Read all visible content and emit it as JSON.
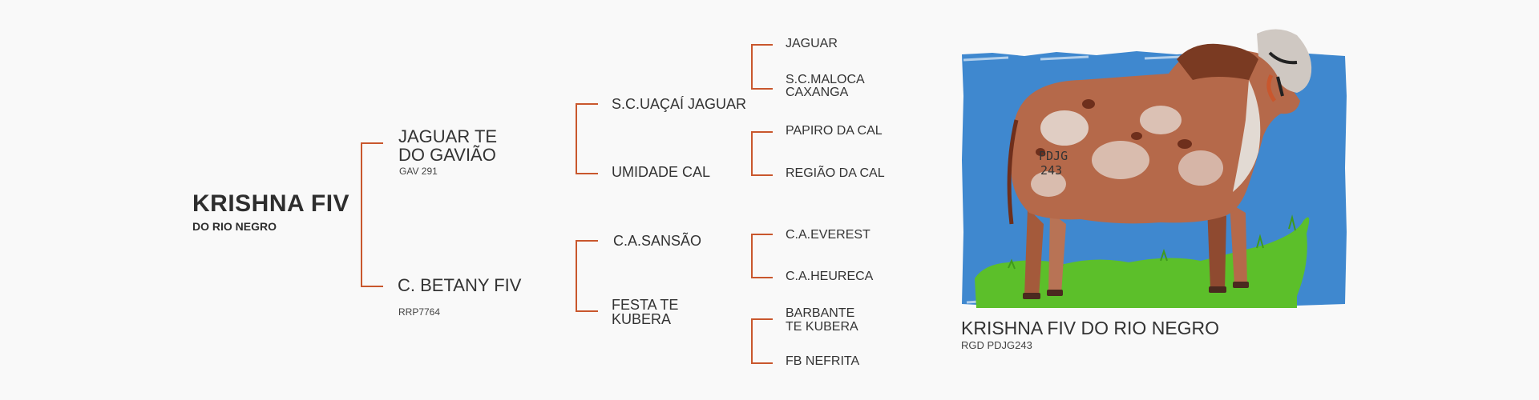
{
  "animal": {
    "name": "KRISHNA FIV",
    "suffix": "DO RIO NEGRO"
  },
  "sire": {
    "name_line1": "JAGUAR TE",
    "name_line2": "DO GAVIÃO",
    "registry": "GAV 291"
  },
  "dam": {
    "name": "C. BETANY FIV",
    "registry": "RRP7764"
  },
  "grandparents": {
    "sire_sire": "S.C.UAÇAÍ JAGUAR",
    "sire_dam": "UMIDADE CAL",
    "dam_sire": "C.A.SANSÃO",
    "dam_dam_line1": "FESTA TE",
    "dam_dam_line2": "KUBERA"
  },
  "great_grandparents": {
    "g1": "JAGUAR",
    "g2_line1": "S.C.MALOCA",
    "g2_line2": "CAXANGA",
    "g3": "PAPIRO DA CAL",
    "g4": "REGIÃO DA CAL",
    "g5": "C.A.EVEREST",
    "g6": "C.A.HEURECA",
    "g7_line1": "BARBANTE",
    "g7_line2": "TE KUBERA",
    "g8": "FB NEFRITA"
  },
  "photo": {
    "title": "KRISHNA FIV DO RIO NEGRO",
    "subtitle": "RGD PDJG243",
    "brand_line1": "PDJG",
    "brand_line2": "243"
  },
  "colors": {
    "bracket": "#c9572d",
    "sky": "#3f88cf",
    "grass": "#5cbf2a"
  }
}
